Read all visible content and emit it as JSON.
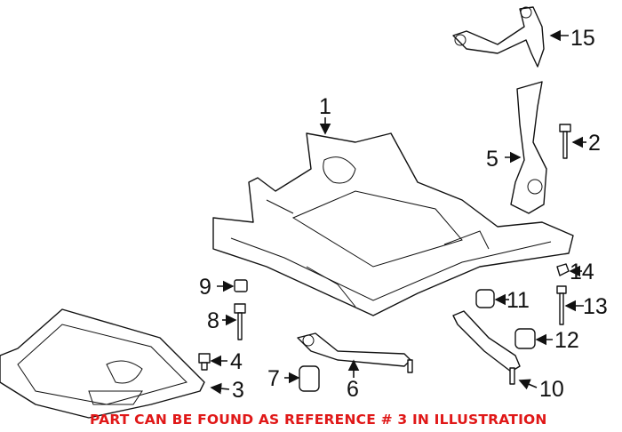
{
  "diagram": {
    "callouts": [
      "1",
      "2",
      "3",
      "4",
      "5",
      "6",
      "7",
      "8",
      "9",
      "10",
      "11",
      "12",
      "13",
      "14",
      "15"
    ],
    "note": "PART CAN BE FOUND AS REFERENCE # 3 IN ILLUSTRATION",
    "note_color": "#e01818"
  }
}
